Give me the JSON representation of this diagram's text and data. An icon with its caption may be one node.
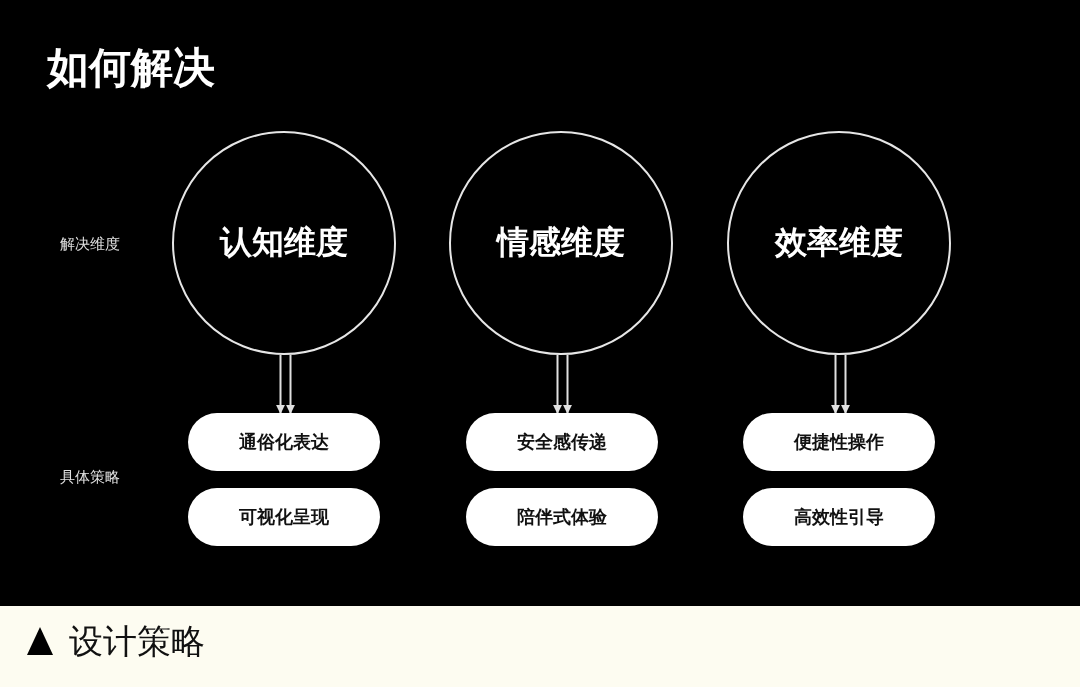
{
  "diagram": {
    "title": "如何解决",
    "caption": "设计策略",
    "nodes": [
      {
        "text": [
          "认知维度"
        ]
      },
      {
        "text": [
          "情感维度"
        ]
      },
      {
        "text": [
          "效率维度"
        ]
      },
      {
        "text": [
          "通俗化表达"
        ]
      },
      {
        "text": [
          "安全感传递"
        ]
      },
      {
        "text": [
          "便捷性操作"
        ]
      },
      {
        "text": [
          "可视化呈现"
        ]
      },
      {
        "text": [
          "陪伴式体验"
        ]
      },
      {
        "text": [
          "高效性引导"
        ]
      }
    ],
    "edges": [
      {
        "from": 0,
        "to": 3,
        "arrow": "to"
      },
      {
        "from": 0,
        "to": 3,
        "arrow": "to"
      },
      {
        "from": 1,
        "to": 4,
        "arrow": "to"
      },
      {
        "from": 1,
        "to": 4,
        "arrow": "to"
      },
      {
        "from": 2,
        "to": 5,
        "arrow": "to"
      },
      {
        "from": 2,
        "to": 5,
        "arrow": "to"
      }
    ],
    "labels": [
      "解决维度",
      "具体策略"
    ]
  }
}
